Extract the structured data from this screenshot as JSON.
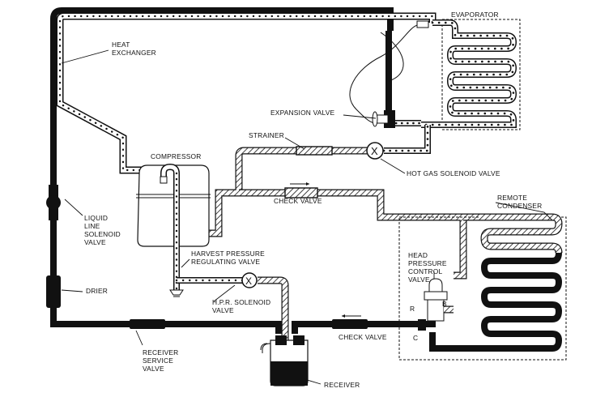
{
  "labels": {
    "evaporator": "EVAPORATOR",
    "heat_exchanger_1": "HEAT",
    "heat_exchanger_2": "EXCHANGER",
    "expansion_valve": "EXPANSION VALVE",
    "strainer": "STRAINER",
    "compressor": "COMPRESSOR",
    "hot_gas_solenoid_valve": "HOT GAS SOLENOID VALVE",
    "check_valve_upper": "CHECK VALVE",
    "remote_condenser_1": "REMOTE",
    "remote_condenser_2": "CONDENSER",
    "liquid_line_1": "LIQUID",
    "liquid_line_2": "LINE",
    "liquid_line_3": "SOLENOID",
    "liquid_line_4": "VALVE",
    "harvest_pressure_1": "HARVEST PRESSURE",
    "harvest_pressure_2": "REGULATING VALVE",
    "head_pressure_1": "HEAD",
    "head_pressure_2": "PRESSURE",
    "head_pressure_3": "CONTROL",
    "head_pressure_4": "VALVE",
    "drier": "DRIER",
    "hpr_solenoid_1": "H.P.R. SOLENOID",
    "hpr_solenoid_2": "VALVE",
    "port_r": "R",
    "port_b": "B",
    "port_c": "C",
    "check_valve_lower": "CHECK VALVE",
    "receiver_service_1": "RECEIVER",
    "receiver_service_2": "SERVICE",
    "receiver_service_3": "VALVE",
    "receiver": "RECEIVER",
    "valve_x_symbol": "X"
  },
  "colors": {
    "line": "#111111",
    "background": "#ffffff"
  }
}
